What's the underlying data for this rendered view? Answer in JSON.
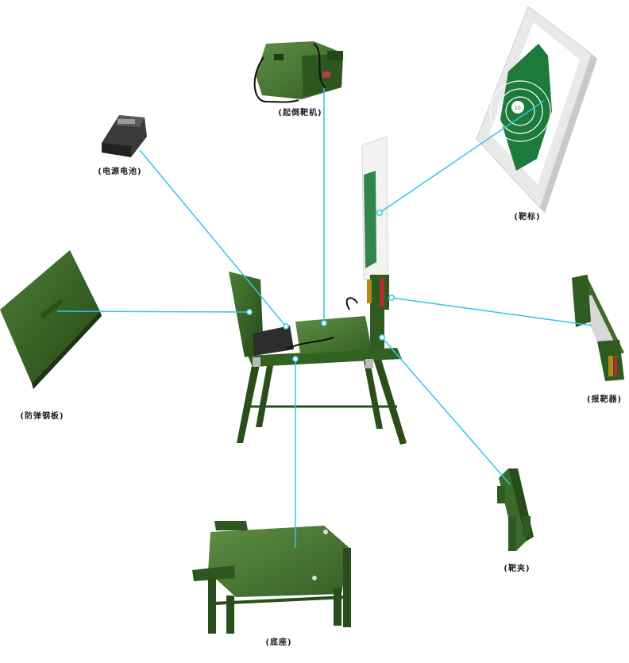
{
  "labels": {
    "target_lifter": "(起倒靶机)",
    "battery": "(电源电池)",
    "target_face": "(靶标)",
    "armor_plate": "(防弹钢板)",
    "hit_reporter": "(报靶器)",
    "target_clamp": "(靶夹)",
    "base": "(底座)"
  },
  "colors": {
    "leader_line": "#2fc7e6",
    "equipment_green": "#3a6b2a",
    "target_green": "#1d7a3a"
  }
}
